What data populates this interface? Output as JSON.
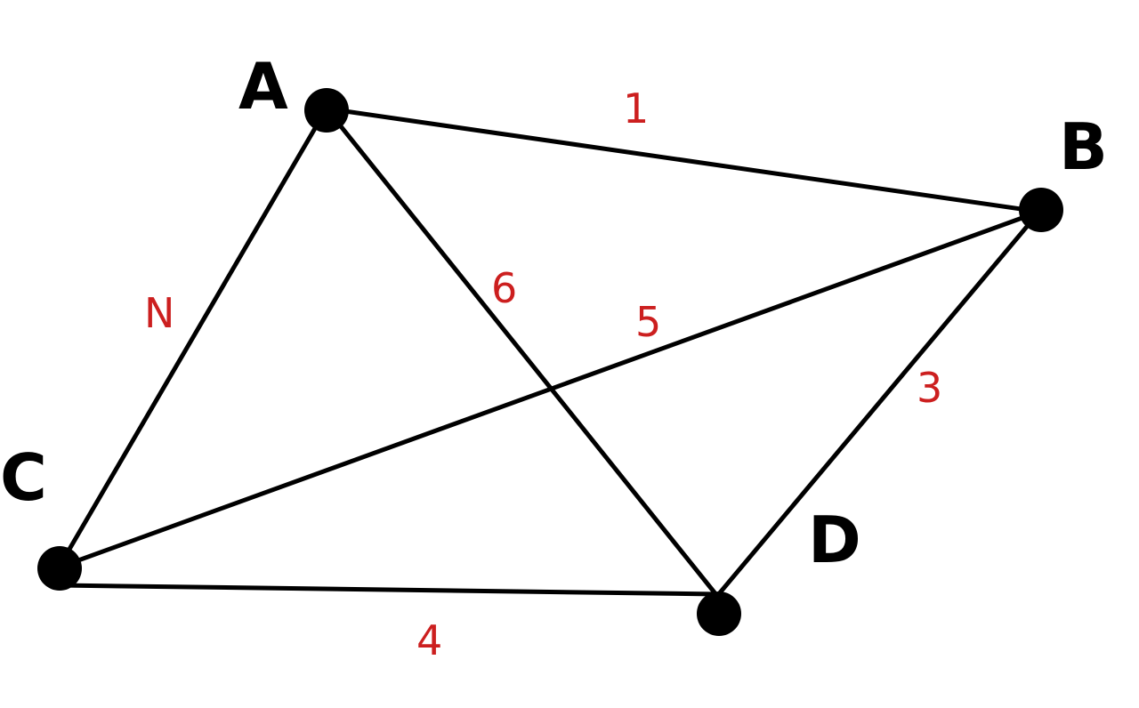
{
  "colors": {
    "edge": "#000000",
    "vertex": "#000000",
    "weight": "#cc1f1f",
    "background": "#ffffff"
  },
  "vertices": {
    "A": {
      "label": "A"
    },
    "B": {
      "label": "B"
    },
    "C": {
      "label": "C"
    },
    "D": {
      "label": "D"
    }
  },
  "edges": [
    {
      "id": "AB",
      "from": "A",
      "to": "B",
      "weight": "1"
    },
    {
      "id": "AC",
      "from": "A",
      "to": "C",
      "weight": "N"
    },
    {
      "id": "AD",
      "from": "A",
      "to": "D",
      "weight": "6"
    },
    {
      "id": "BC",
      "from": "B",
      "to": "C",
      "weight": "5"
    },
    {
      "id": "BD",
      "from": "B",
      "to": "D",
      "weight": "3"
    },
    {
      "id": "CD",
      "from": "C",
      "to": "D",
      "weight": "4"
    }
  ]
}
